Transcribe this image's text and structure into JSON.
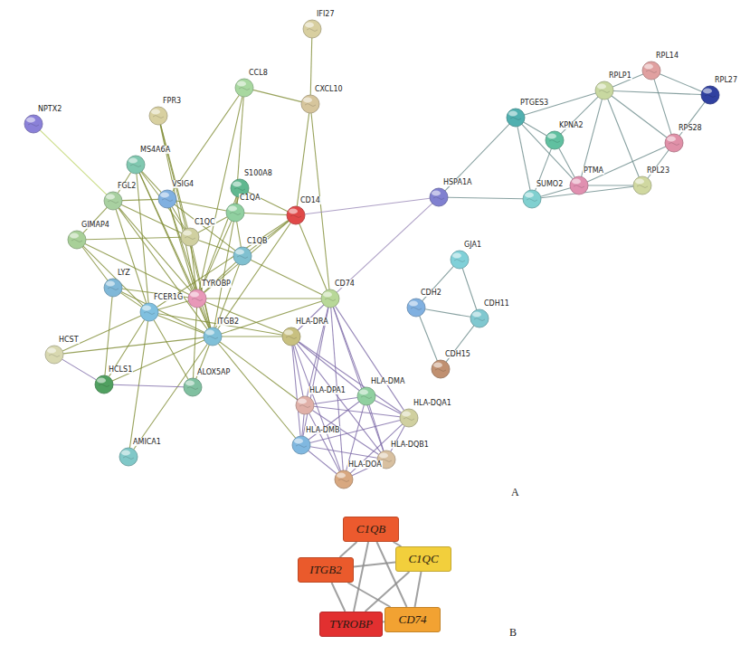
{
  "diagram": {
    "nodes": [
      {
        "text": [
          "IFI27"
        ]
      },
      {
        "text": [
          "CXCL10"
        ]
      },
      {
        "text": [
          "CCL8"
        ]
      },
      {
        "text": [
          "FPR3"
        ]
      },
      {
        "text": [
          "NPTX2"
        ]
      },
      {
        "text": [
          "MS4A6A"
        ]
      },
      {
        "text": [
          "S100A8"
        ]
      },
      {
        "text": [
          "FGL2"
        ]
      },
      {
        "text": [
          "VSIG4"
        ]
      },
      {
        "text": [
          "C1QA"
        ]
      },
      {
        "text": [
          "CD14"
        ]
      },
      {
        "text": [
          "C1QC"
        ]
      },
      {
        "text": [
          "GIMAP4"
        ]
      },
      {
        "text": [
          "C1QB"
        ]
      },
      {
        "text": [
          "LYZ"
        ]
      },
      {
        "text": [
          "TYROBP"
        ]
      },
      {
        "text": [
          "FCER1G"
        ]
      },
      {
        "text": [
          "CD74"
        ]
      },
      {
        "text": [
          "ITGB2"
        ]
      },
      {
        "text": [
          "HLA-DRA"
        ]
      },
      {
        "text": [
          "HCST"
        ]
      },
      {
        "text": [
          "HCLS1"
        ]
      },
      {
        "text": [
          "ALOX5AP"
        ]
      },
      {
        "text": [
          "HLA-DMA"
        ]
      },
      {
        "text": [
          "HLA-DPA1"
        ]
      },
      {
        "text": [
          "HLA-DQA1"
        ]
      },
      {
        "text": [
          "HLA-DMB"
        ]
      },
      {
        "text": [
          "HLA-DQB1"
        ]
      },
      {
        "text": [
          "HLA-DOA"
        ]
      },
      {
        "text": [
          "AMICA1"
        ]
      },
      {
        "text": [
          "HSPA1A"
        ]
      },
      {
        "text": [
          "PTGES3"
        ]
      },
      {
        "text": [
          "KPNA2"
        ]
      },
      {
        "text": [
          "RPLP1"
        ]
      },
      {
        "text": [
          "RPL14"
        ]
      },
      {
        "text": [
          "RPL27"
        ]
      },
      {
        "text": [
          "RPS28"
        ]
      },
      {
        "text": [
          "PTMA"
        ]
      },
      {
        "text": [
          "SUMO2"
        ]
      },
      {
        "text": [
          "RPL23"
        ]
      },
      {
        "text": [
          "GJA1"
        ]
      },
      {
        "text": [
          "CDH2"
        ]
      },
      {
        "text": [
          "CDH11"
        ]
      },
      {
        "text": [
          "CDH15"
        ]
      },
      {
        "text": [
          "C1QB"
        ]
      },
      {
        "text": [
          "C1QC"
        ]
      },
      {
        "text": [
          "ITGB2"
        ]
      },
      {
        "text": [
          "TYROBP"
        ]
      },
      {
        "text": [
          "CD74"
        ]
      }
    ],
    "edges": [
      {
        "from": 0,
        "to": 1,
        "arrow": "none"
      },
      {
        "from": 1,
        "to": 2,
        "arrow": "none"
      },
      {
        "from": 1,
        "to": 10,
        "arrow": "none"
      },
      {
        "from": 1,
        "to": 17,
        "arrow": "none"
      },
      {
        "from": 2,
        "to": 8,
        "arrow": "none"
      },
      {
        "from": 2,
        "to": 15,
        "arrow": "none"
      },
      {
        "from": 2,
        "to": 9,
        "arrow": "none"
      },
      {
        "from": 3,
        "to": 15,
        "arrow": "none"
      },
      {
        "from": 3,
        "to": 11,
        "arrow": "none"
      },
      {
        "from": 3,
        "to": 18,
        "arrow": "none"
      },
      {
        "from": 4,
        "to": 7,
        "arrow": "none"
      },
      {
        "from": 5,
        "to": 7,
        "arrow": "none"
      },
      {
        "from": 5,
        "to": 8,
        "arrow": "none"
      },
      {
        "from": 5,
        "to": 11,
        "arrow": "none"
      },
      {
        "from": 5,
        "to": 15,
        "arrow": "none"
      },
      {
        "from": 5,
        "to": 16,
        "arrow": "none"
      },
      {
        "from": 5,
        "to": 18,
        "arrow": "none"
      },
      {
        "from": 7,
        "to": 8,
        "arrow": "none"
      },
      {
        "from": 7,
        "to": 11,
        "arrow": "none"
      },
      {
        "from": 7,
        "to": 12,
        "arrow": "none"
      },
      {
        "from": 7,
        "to": 15,
        "arrow": "none"
      },
      {
        "from": 7,
        "to": 16,
        "arrow": "none"
      },
      {
        "from": 7,
        "to": 18,
        "arrow": "none"
      },
      {
        "from": 8,
        "to": 9,
        "arrow": "none"
      },
      {
        "from": 8,
        "to": 11,
        "arrow": "none"
      },
      {
        "from": 8,
        "to": 13,
        "arrow": "none"
      },
      {
        "from": 8,
        "to": 15,
        "arrow": "none"
      },
      {
        "from": 8,
        "to": 18,
        "arrow": "none"
      },
      {
        "from": 9,
        "to": 11,
        "arrow": "none"
      },
      {
        "from": 9,
        "to": 13,
        "arrow": "none"
      },
      {
        "from": 9,
        "to": 15,
        "arrow": "none"
      },
      {
        "from": 9,
        "to": 10,
        "arrow": "none"
      },
      {
        "from": 11,
        "to": 13,
        "arrow": "none"
      },
      {
        "from": 11,
        "to": 15,
        "arrow": "none"
      },
      {
        "from": 11,
        "to": 18,
        "arrow": "none"
      },
      {
        "from": 11,
        "to": 12,
        "arrow": "none"
      },
      {
        "from": 13,
        "to": 15,
        "arrow": "none"
      },
      {
        "from": 13,
        "to": 18,
        "arrow": "none"
      },
      {
        "from": 13,
        "to": 10,
        "arrow": "none"
      },
      {
        "from": 12,
        "to": 15,
        "arrow": "none"
      },
      {
        "from": 12,
        "to": 16,
        "arrow": "none"
      },
      {
        "from": 12,
        "to": 14,
        "arrow": "none"
      },
      {
        "from": 14,
        "to": 15,
        "arrow": "none"
      },
      {
        "from": 14,
        "to": 16,
        "arrow": "none"
      },
      {
        "from": 14,
        "to": 21,
        "arrow": "none"
      },
      {
        "from": 14,
        "to": 18,
        "arrow": "none"
      },
      {
        "from": 15,
        "to": 16,
        "arrow": "none"
      },
      {
        "from": 15,
        "to": 18,
        "arrow": "none"
      },
      {
        "from": 15,
        "to": 10,
        "arrow": "none"
      },
      {
        "from": 16,
        "to": 18,
        "arrow": "none"
      },
      {
        "from": 16,
        "to": 20,
        "arrow": "none"
      },
      {
        "from": 16,
        "to": 21,
        "arrow": "none"
      },
      {
        "from": 16,
        "to": 22,
        "arrow": "none"
      },
      {
        "from": 16,
        "to": 29,
        "arrow": "none"
      },
      {
        "from": 18,
        "to": 20,
        "arrow": "none"
      },
      {
        "from": 18,
        "to": 21,
        "arrow": "none"
      },
      {
        "from": 18,
        "to": 22,
        "arrow": "none"
      },
      {
        "from": 18,
        "to": 29,
        "arrow": "none"
      },
      {
        "from": 18,
        "to": 19,
        "arrow": "none"
      },
      {
        "from": 18,
        "to": 17,
        "arrow": "none"
      },
      {
        "from": 15,
        "to": 17,
        "arrow": "none"
      },
      {
        "from": 10,
        "to": 17,
        "arrow": "none"
      },
      {
        "from": 10,
        "to": 18,
        "arrow": "none"
      },
      {
        "from": 10,
        "to": 16,
        "arrow": "none"
      },
      {
        "from": 10,
        "to": 6,
        "arrow": "none"
      },
      {
        "from": 6,
        "to": 9,
        "arrow": "none"
      },
      {
        "from": 6,
        "to": 15,
        "arrow": "none"
      },
      {
        "from": 6,
        "to": 18,
        "arrow": "none"
      },
      {
        "from": 20,
        "to": 21,
        "arrow": "none"
      },
      {
        "from": 21,
        "to": 22,
        "arrow": "none"
      },
      {
        "from": 15,
        "to": 22,
        "arrow": "none"
      },
      {
        "from": 13,
        "to": 17,
        "arrow": "none"
      },
      {
        "from": 18,
        "to": 24,
        "arrow": "none"
      },
      {
        "from": 18,
        "to": 26,
        "arrow": "none"
      },
      {
        "from": 15,
        "to": 19,
        "arrow": "none"
      },
      {
        "from": 16,
        "to": 19,
        "arrow": "none"
      },
      {
        "from": 17,
        "to": 19,
        "arrow": "none"
      },
      {
        "from": 17,
        "to": 23,
        "arrow": "none"
      },
      {
        "from": 17,
        "to": 24,
        "arrow": "none"
      },
      {
        "from": 17,
        "to": 25,
        "arrow": "none"
      },
      {
        "from": 17,
        "to": 26,
        "arrow": "none"
      },
      {
        "from": 17,
        "to": 27,
        "arrow": "none"
      },
      {
        "from": 17,
        "to": 28,
        "arrow": "none"
      },
      {
        "from": 19,
        "to": 23,
        "arrow": "none"
      },
      {
        "from": 19,
        "to": 24,
        "arrow": "none"
      },
      {
        "from": 19,
        "to": 25,
        "arrow": "none"
      },
      {
        "from": 19,
        "to": 26,
        "arrow": "none"
      },
      {
        "from": 19,
        "to": 27,
        "arrow": "none"
      },
      {
        "from": 19,
        "to": 28,
        "arrow": "none"
      },
      {
        "from": 23,
        "to": 24,
        "arrow": "none"
      },
      {
        "from": 23,
        "to": 25,
        "arrow": "none"
      },
      {
        "from": 23,
        "to": 26,
        "arrow": "none"
      },
      {
        "from": 23,
        "to": 27,
        "arrow": "none"
      },
      {
        "from": 23,
        "to": 28,
        "arrow": "none"
      },
      {
        "from": 24,
        "to": 25,
        "arrow": "none"
      },
      {
        "from": 24,
        "to": 26,
        "arrow": "none"
      },
      {
        "from": 24,
        "to": 27,
        "arrow": "none"
      },
      {
        "from": 24,
        "to": 28,
        "arrow": "none"
      },
      {
        "from": 25,
        "to": 26,
        "arrow": "none"
      },
      {
        "from": 25,
        "to": 27,
        "arrow": "none"
      },
      {
        "from": 25,
        "to": 28,
        "arrow": "none"
      },
      {
        "from": 26,
        "to": 27,
        "arrow": "none"
      },
      {
        "from": 26,
        "to": 28,
        "arrow": "none"
      },
      {
        "from": 27,
        "to": 28,
        "arrow": "none"
      },
      {
        "from": 10,
        "to": 30,
        "arrow": "none"
      },
      {
        "from": 17,
        "to": 30,
        "arrow": "none"
      },
      {
        "from": 30,
        "to": 31,
        "arrow": "none"
      },
      {
        "from": 30,
        "to": 38,
        "arrow": "none"
      },
      {
        "from": 31,
        "to": 32,
        "arrow": "none"
      },
      {
        "from": 31,
        "to": 33,
        "arrow": "none"
      },
      {
        "from": 31,
        "to": 37,
        "arrow": "none"
      },
      {
        "from": 31,
        "to": 38,
        "arrow": "none"
      },
      {
        "from": 32,
        "to": 37,
        "arrow": "none"
      },
      {
        "from": 32,
        "to": 38,
        "arrow": "none"
      },
      {
        "from": 32,
        "to": 33,
        "arrow": "none"
      },
      {
        "from": 33,
        "to": 34,
        "arrow": "none"
      },
      {
        "from": 33,
        "to": 35,
        "arrow": "none"
      },
      {
        "from": 33,
        "to": 36,
        "arrow": "none"
      },
      {
        "from": 33,
        "to": 39,
        "arrow": "none"
      },
      {
        "from": 33,
        "to": 37,
        "arrow": "none"
      },
      {
        "from": 34,
        "to": 35,
        "arrow": "none"
      },
      {
        "from": 34,
        "to": 36,
        "arrow": "none"
      },
      {
        "from": 35,
        "to": 36,
        "arrow": "none"
      },
      {
        "from": 36,
        "to": 39,
        "arrow": "none"
      },
      {
        "from": 36,
        "to": 37,
        "arrow": "none"
      },
      {
        "from": 37,
        "to": 38,
        "arrow": "none"
      },
      {
        "from": 37,
        "to": 39,
        "arrow": "none"
      },
      {
        "from": 38,
        "to": 39,
        "arrow": "none"
      },
      {
        "from": 40,
        "to": 41,
        "arrow": "none"
      },
      {
        "from": 40,
        "to": 42,
        "arrow": "none"
      },
      {
        "from": 41,
        "to": 42,
        "arrow": "none"
      },
      {
        "from": 41,
        "to": 43,
        "arrow": "none"
      },
      {
        "from": 42,
        "to": 43,
        "arrow": "none"
      },
      {
        "from": 44,
        "to": 45,
        "arrow": "none"
      },
      {
        "from": 44,
        "to": 46,
        "arrow": "none"
      },
      {
        "from": 44,
        "to": 47,
        "arrow": "none"
      },
      {
        "from": 44,
        "to": 48,
        "arrow": "none"
      },
      {
        "from": 45,
        "to": 46,
        "arrow": "none"
      },
      {
        "from": 45,
        "to": 47,
        "arrow": "none"
      },
      {
        "from": 45,
        "to": 48,
        "arrow": "none"
      },
      {
        "from": 46,
        "to": 47,
        "arrow": "none"
      },
      {
        "from": 46,
        "to": 48,
        "arrow": "none"
      },
      {
        "from": 47,
        "to": 48,
        "arrow": "none"
      }
    ],
    "labels": [
      "A",
      "B"
    ]
  }
}
